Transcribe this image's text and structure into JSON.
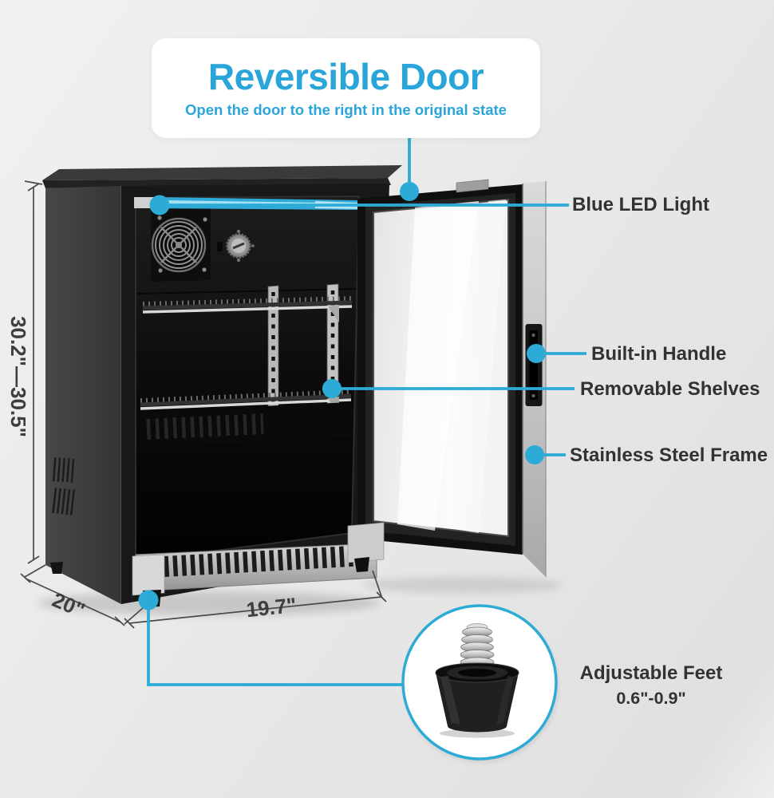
{
  "header": {
    "title": "Reversible Door",
    "subtitle": "Open the door to the right in the original state"
  },
  "callouts": {
    "blue_led_light": "Blue LED Light",
    "built_in_handle": "Built-in Handle",
    "removable_shelves": "Removable Shelves",
    "stainless_steel_frame": "Stainless Steel Frame",
    "adjustable_feet": "Adjustable Feet",
    "adjustable_feet_range": "0.6\"-0.9\""
  },
  "dimensions": {
    "height": "30.2\"—30.5\"",
    "depth": "20\"",
    "width": "19.7\""
  },
  "colors": {
    "accent_blue": "#29a5d9",
    "callout_cyan": "#2cabd6",
    "label_text": "#323232",
    "dimension_text": "#3e3e3e"
  },
  "icons": {
    "fan": "fan-grill-icon",
    "thermostat": "thermostat-dial-icon",
    "adjustable_foot": "adjustable-foot-icon"
  }
}
